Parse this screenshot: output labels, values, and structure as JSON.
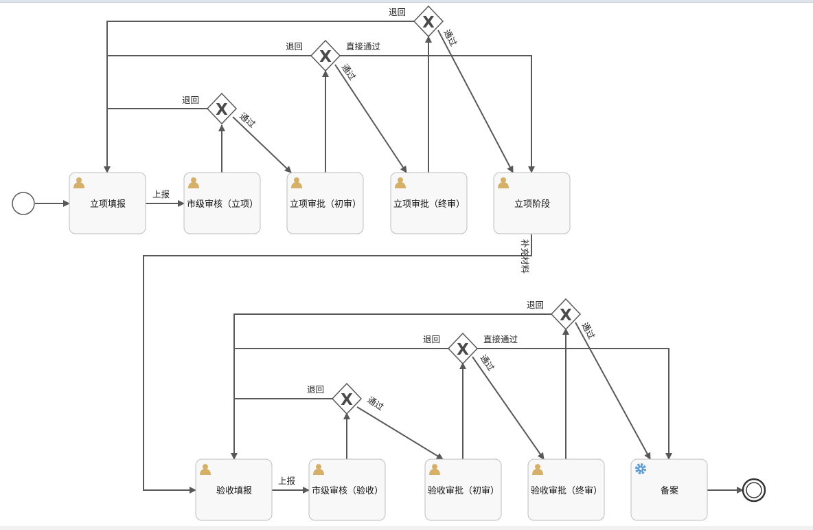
{
  "process": {
    "stage1": {
      "tasks": [
        "立项填报",
        "市级审核（立项）",
        "立项审批（初审）",
        "立项审批（终审）",
        "立项阶段"
      ]
    },
    "stage2": {
      "tasks": [
        "验收填报",
        "市级审核（验收）",
        "验收审批（初审）",
        "验收审批（终审）",
        "备案"
      ]
    }
  },
  "flow_labels": {
    "submit": "上报",
    "return": "退回",
    "pass": "通过",
    "direct_pass": "直接通过",
    "next_stage": "补充材料"
  },
  "icons": {
    "user_task": "user-icon",
    "service_task": "gear-icon",
    "gateway": "exclusive-gateway-icon",
    "gateway_symbol": "X"
  },
  "colors": {
    "flow": "#585858",
    "task_fill": "#f8f8f8",
    "task_border": "#bdbdbd",
    "user_icon": "#d6b069",
    "gear_icon": "#5b9bd5"
  }
}
